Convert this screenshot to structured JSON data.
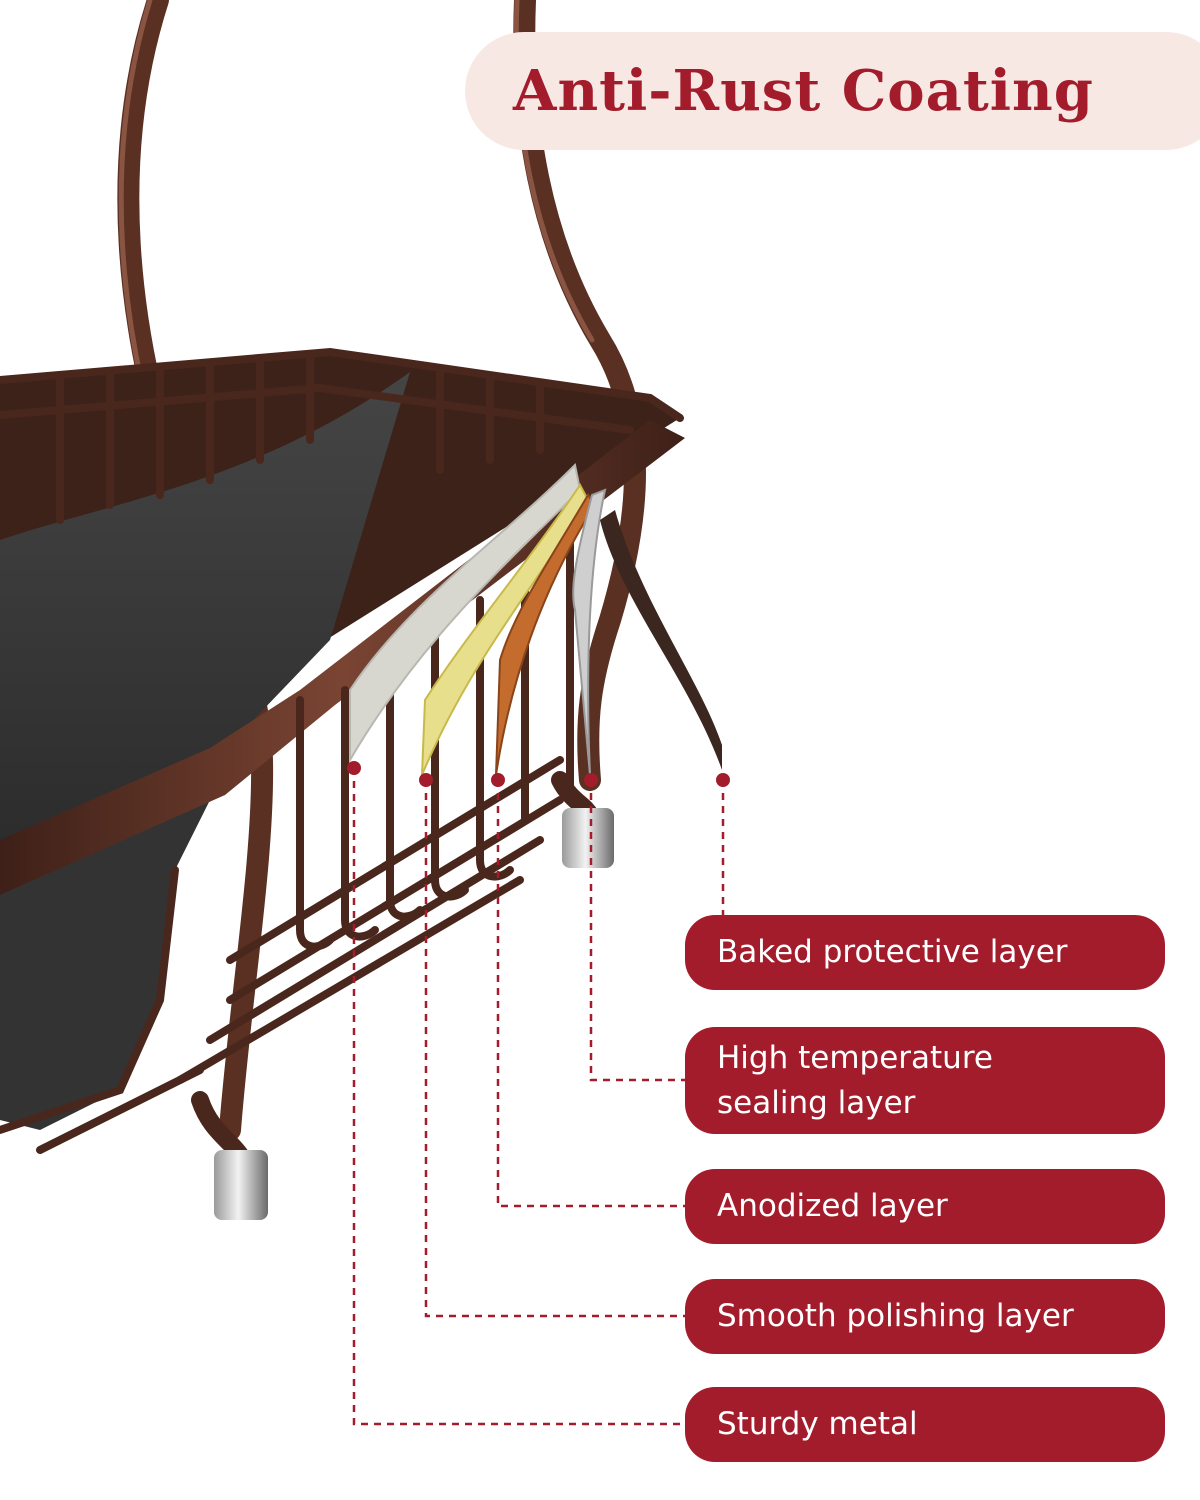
{
  "title": "Anti-Rust Coating",
  "labels": [
    "Baked protective layer",
    "High temperature\nsealing layer",
    "Anodized layer",
    "Smooth polishing layer",
    "Sturdy metal"
  ],
  "colors": {
    "accent": "#a31c2c",
    "title_pill_bg": "#f8e8e4",
    "frame_bronze": "#4f2a1e",
    "shelf_dark": "#3a3a3a",
    "layer_polish": "#d7d7cf",
    "layer_anodized": "#e8df8c",
    "layer_sealing": "#c46b2e",
    "layer_protective": "#cfcfcf",
    "layer_metal": "#3b2720"
  }
}
